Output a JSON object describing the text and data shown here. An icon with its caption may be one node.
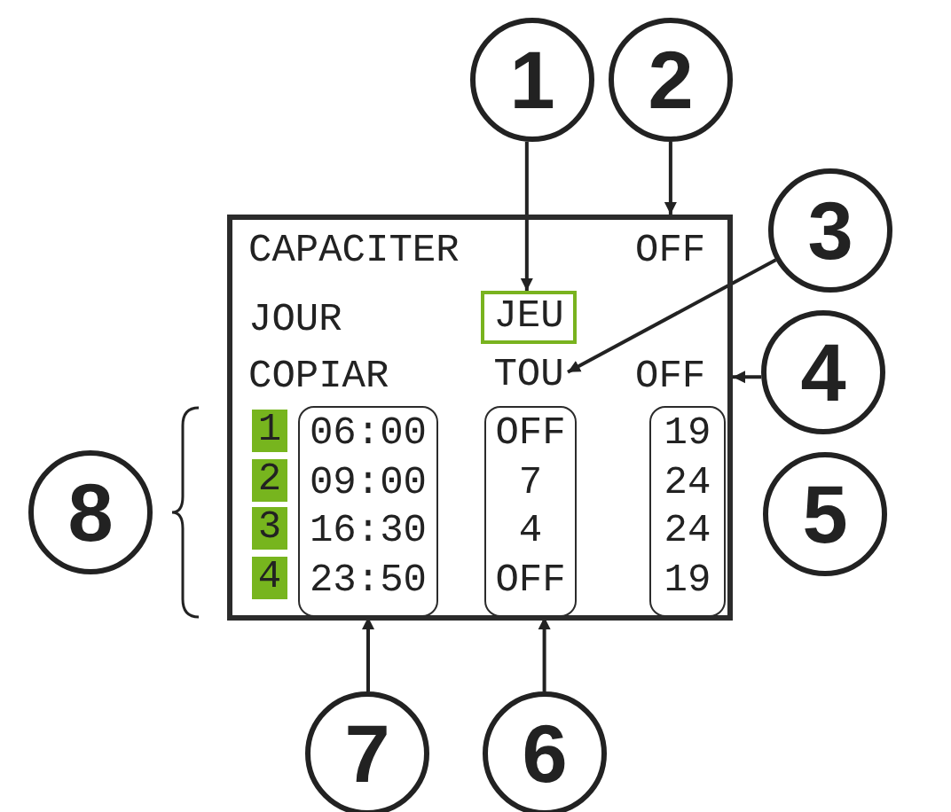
{
  "diagram": {
    "nodes": [
      {
        "text": [],
        "shape": "box"
      },
      {
        "text": [
          "JEU"
        ],
        "in": 0
      },
      {
        "text": [
          "TOU"
        ],
        "in": 0
      },
      {
        "text": [
          "1"
        ],
        "in": 0
      },
      {
        "text": [
          "2"
        ],
        "in": 0
      },
      {
        "text": [
          "3"
        ],
        "in": 0
      },
      {
        "text": [
          "4"
        ],
        "in": 0
      },
      {
        "text": [
          "06:00",
          "09:00",
          "16:30",
          "23:50"
        ],
        "in": 0
      },
      {
        "text": [
          "OFF",
          "7",
          "4",
          "OFF"
        ],
        "in": 0
      },
      {
        "text": [
          "19",
          "24",
          "24",
          "19"
        ],
        "in": 0
      },
      {
        "text": [
          "1"
        ]
      },
      {
        "text": [
          "2"
        ]
      },
      {
        "text": [
          "3"
        ]
      },
      {
        "text": [
          "4"
        ]
      },
      {
        "text": [
          "5"
        ]
      },
      {
        "text": [
          "8"
        ]
      },
      {
        "text": [
          "7"
        ]
      },
      {
        "text": [
          "6"
        ]
      }
    ],
    "edges": [
      {
        "from": 10,
        "to": 1,
        "arrow": "to"
      },
      {
        "from": 11,
        "to": 0,
        "arrow": "to"
      },
      {
        "from": 12,
        "to": 2,
        "arrow": "to"
      },
      {
        "from": 13,
        "to": 0,
        "arrow": "to"
      },
      {
        "from": 16,
        "to": 7,
        "arrow": "to"
      },
      {
        "from": 17,
        "to": 8,
        "arrow": "to"
      }
    ],
    "labels": [
      "CAPACITER",
      "OFF",
      "JOUR",
      "COPIAR",
      "OFF"
    ]
  }
}
